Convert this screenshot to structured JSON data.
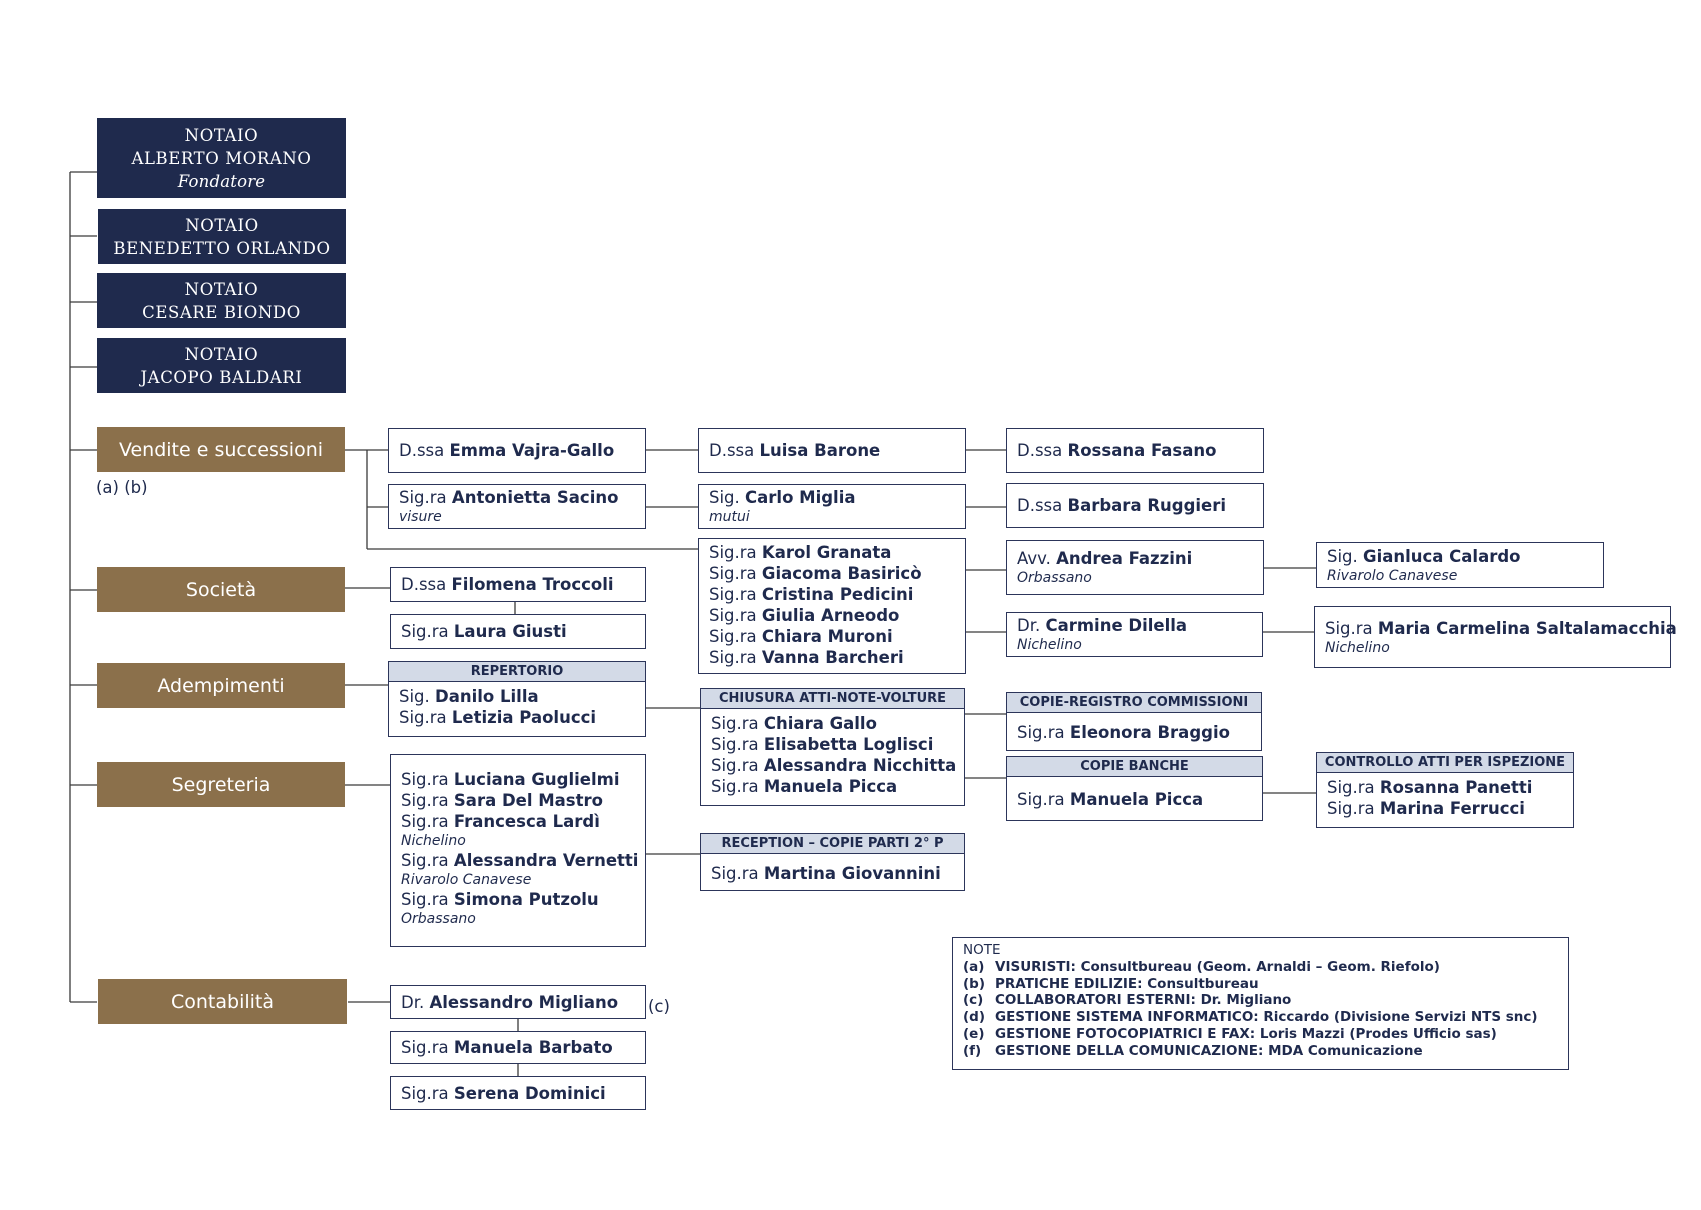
{
  "notai": [
    {
      "line1": "NOTAIO",
      "line2": "ALBERTO MORANO",
      "line3": "Fondatore"
    },
    {
      "line1": "NOTAIO",
      "line2": "BENEDETTO ORLANDO"
    },
    {
      "line1": "NOTAIO",
      "line2": "CESARE BIONDO"
    },
    {
      "line1": "NOTAIO",
      "line2": "JACOPO BALDARI"
    }
  ],
  "departments": {
    "vendite": "Vendite e successioni",
    "societa": "Società",
    "adempimenti": "Adempimenti",
    "segreteria": "Segreteria",
    "contabilita": "Contabilità"
  },
  "side_labels": {
    "ab": "(a) (b)",
    "c": "(c)"
  },
  "boxes": {
    "vajra": [
      {
        "title": "D.ssa",
        "name": "Emma Vajra-Gallo"
      }
    ],
    "barone": [
      {
        "title": "D.ssa",
        "name": "Luisa Barone"
      }
    ],
    "fasano": [
      {
        "title": "D.ssa",
        "name": "Rossana Fasano"
      }
    ],
    "sacino": [
      {
        "title": "Sig.ra",
        "name": "Antonietta Sacino",
        "location": "visure"
      }
    ],
    "miglia": [
      {
        "title": "Sig.",
        "name": "Carlo Miglia",
        "location": "mutui"
      }
    ],
    "ruggieri": [
      {
        "title": "D.ssa",
        "name": "Barbara Ruggieri"
      }
    ],
    "granata_group": [
      {
        "title": "Sig.ra",
        "name": "Karol Granata"
      },
      {
        "title": "Sig.ra",
        "name": "Giacoma Basiricò"
      },
      {
        "title": "Sig.ra",
        "name": "Cristina Pedicini"
      },
      {
        "title": "Sig.ra",
        "name": "Giulia Arneodo"
      },
      {
        "title": "Sig.ra",
        "name": "Chiara Muroni"
      },
      {
        "title": "Sig.ra",
        "name": "Vanna Barcheri"
      }
    ],
    "fazzini": [
      {
        "title": "Avv.",
        "name": "Andrea Fazzini",
        "location": "Orbassano"
      }
    ],
    "calardo": [
      {
        "title": "Sig.",
        "name": "Gianluca Calardo",
        "location": "Rivarolo Canavese"
      }
    ],
    "dilella": [
      {
        "title": "Dr.",
        "name": "Carmine Dilella",
        "location": "Nichelino"
      }
    ],
    "saltalamacchia": [
      {
        "title": "Sig.ra",
        "name": "Maria Carmelina Saltalamacchia",
        "location": "Nichelino"
      }
    ],
    "troccoli": [
      {
        "title": "D.ssa",
        "name": "Filomena Troccoli"
      }
    ],
    "giusti": [
      {
        "title": "Sig.ra",
        "name": "Laura Giusti"
      }
    ],
    "repertorio": [
      {
        "title": "Sig.",
        "name": "Danilo Lilla"
      },
      {
        "title": "Sig.ra",
        "name": "Letizia Paolucci"
      }
    ],
    "chiusura": [
      {
        "title": "Sig.ra",
        "name": "Chiara Gallo"
      },
      {
        "title": "Sig.ra",
        "name": "Elisabetta Loglisci"
      },
      {
        "title": "Sig.ra",
        "name": "Alessandra Nicchitta"
      },
      {
        "title": "Sig.ra",
        "name": "Manuela Picca"
      }
    ],
    "copie_registro": [
      {
        "title": "Sig.ra",
        "name": "Eleonora Braggio"
      }
    ],
    "copie_banche": [
      {
        "title": "Sig.ra",
        "name": "Manuela Picca"
      }
    ],
    "controllo": [
      {
        "title": "Sig.ra",
        "name": "Rosanna Panetti"
      },
      {
        "title": "Sig.ra",
        "name": "Marina Ferrucci"
      }
    ],
    "segreteria_group": [
      {
        "title": "Sig.ra",
        "name": "Luciana Guglielmi"
      },
      {
        "title": "Sig.ra",
        "name": "Sara Del Mastro"
      },
      {
        "title": "Sig.ra",
        "name": "Francesca Lardì",
        "location": "Nichelino"
      },
      {
        "title": "Sig.ra",
        "name": "Alessandra Vernetti",
        "location": "Rivarolo Canavese"
      },
      {
        "title": "Sig.ra",
        "name": "Simona Putzolu",
        "location": "Orbassano"
      }
    ],
    "reception": [
      {
        "title": "Sig.ra",
        "name": "Martina Giovannini"
      }
    ],
    "migliano": [
      {
        "title": "Dr.",
        "name": "Alessandro Migliano"
      }
    ],
    "barbato": [
      {
        "title": "Sig.ra",
        "name": "Manuela Barbato"
      }
    ],
    "dominici": [
      {
        "title": "Sig.ra",
        "name": "Serena Dominici"
      }
    ]
  },
  "headers": {
    "repertorio": "REPERTORIO",
    "chiusura": "CHIUSURA ATTI-NOTE-VOLTURE",
    "copie_registro": "COPIE-REGISTRO COMMISSIONI",
    "copie_banche": "COPIE BANCHE",
    "controllo": "CONTROLLO ATTI PER ISPEZIONE",
    "reception": "RECEPTION – COPIE PARTI 2° P"
  },
  "notes": {
    "title": "NOTE",
    "items": [
      {
        "letter": "(a)",
        "text": "VISURISTI: Consultbureau (Geom. Arnaldi – Geom. Riefolo)"
      },
      {
        "letter": "(b)",
        "text": "PRATICHE EDILIZIE: Consultbureau"
      },
      {
        "letter": "(c)",
        "text": "COLLABORATORI ESTERNI: Dr. Migliano"
      },
      {
        "letter": "(d)",
        "text": "GESTIONE SISTEMA INFORMATICO: Riccardo (Divisione Servizi NTS snc)"
      },
      {
        "letter": "(e)",
        "text": "GESTIONE FOTOCOPIATRICI E FAX: Loris Mazzi (Prodes Ufficio sas)"
      },
      {
        "letter": "(f)",
        "text": "GESTIONE DELLA COMUNICAZIONE: MDA Comunicazione"
      }
    ]
  },
  "colors": {
    "notaio_bg": "#1f2a4d",
    "dept_bg": "#8b704b",
    "header_bg": "#d3dae7",
    "text": "#1f2a4d"
  }
}
